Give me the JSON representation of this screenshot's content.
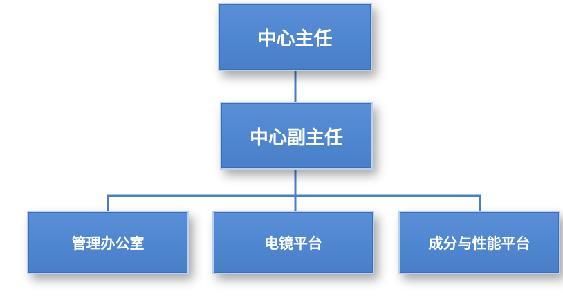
{
  "org_chart": {
    "director": {
      "label": "中心主任"
    },
    "deputy": {
      "label": "中心副主任"
    },
    "departments": [
      {
        "label": "管理办公室"
      },
      {
        "label": "电镜平台"
      },
      {
        "label": "成分与性能平台"
      }
    ]
  },
  "colors": {
    "box_fill": "#4f86d0",
    "box_border": "#b9d0ee",
    "connector": "#4a7fc8",
    "text": "#ffffff"
  }
}
